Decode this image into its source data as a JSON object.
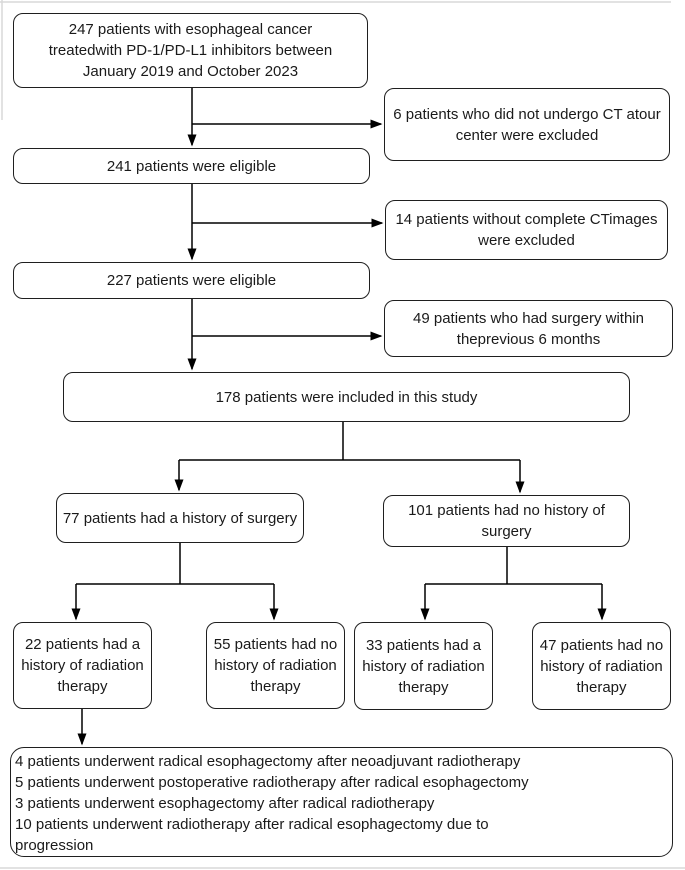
{
  "diagram": {
    "type": "patient-flowchart",
    "nodes": {
      "enrolled": "247 patients with esophageal cancer treatedwith PD-1/PD-L1 inhibitors between January 2019 and October 2023",
      "excluded_no_ct": "6 patients who did not undergo CT atour center were excluded",
      "eligible_241": "241 patients were eligible",
      "excluded_incomplete_ct": "14 patients without complete CTimages were excluded",
      "eligible_227": "227 patients were eligible",
      "excluded_recent_surgery": "49 patients who had surgery within theprevious 6 months",
      "included_178": "178 patients were included in this study",
      "history_surgery_77": "77 patients had a history of surgery",
      "no_history_surgery_101": "101 patients had no history of surgery",
      "radiation_22": "22 patients had a history of radiation therapy",
      "no_radiation_55": "55 patients had no history of radiation therapy",
      "radiation_33": "33 patients had a history of radiation therapy",
      "no_radiation_47": "47 patients had no history of radiation therapy",
      "details": [
        "4 patients underwent radical esophagectomy after neoadjuvant radiotherapy",
        "5 patients underwent postoperative radiotherapy after radical esophagectomy",
        "3 patients underwent esophagectomy after radical radiotherapy",
        "10 patients underwent radiotherapy after radical esophagectomy due to progression"
      ]
    },
    "counts": {
      "enrolled": 247,
      "excluded_no_ct": 6,
      "eligible_after_ct": 241,
      "excluded_incomplete_ct": 14,
      "eligible_after_images": 227,
      "excluded_recent_surgery": 49,
      "included": 178,
      "history_surgery": 77,
      "no_history_surgery": 101,
      "surgery_with_radiation": 22,
      "surgery_no_radiation": 55,
      "no_surgery_with_radiation": 33,
      "no_surgery_no_radiation": 47,
      "detail_counts": [
        4,
        5,
        3,
        10
      ]
    },
    "colors": {
      "box_border": "#1f1f1f",
      "box_fill": "#ffffff",
      "connector": "#000000",
      "frame_line": "#d9d9d9",
      "text": "#1a1a1a"
    }
  }
}
